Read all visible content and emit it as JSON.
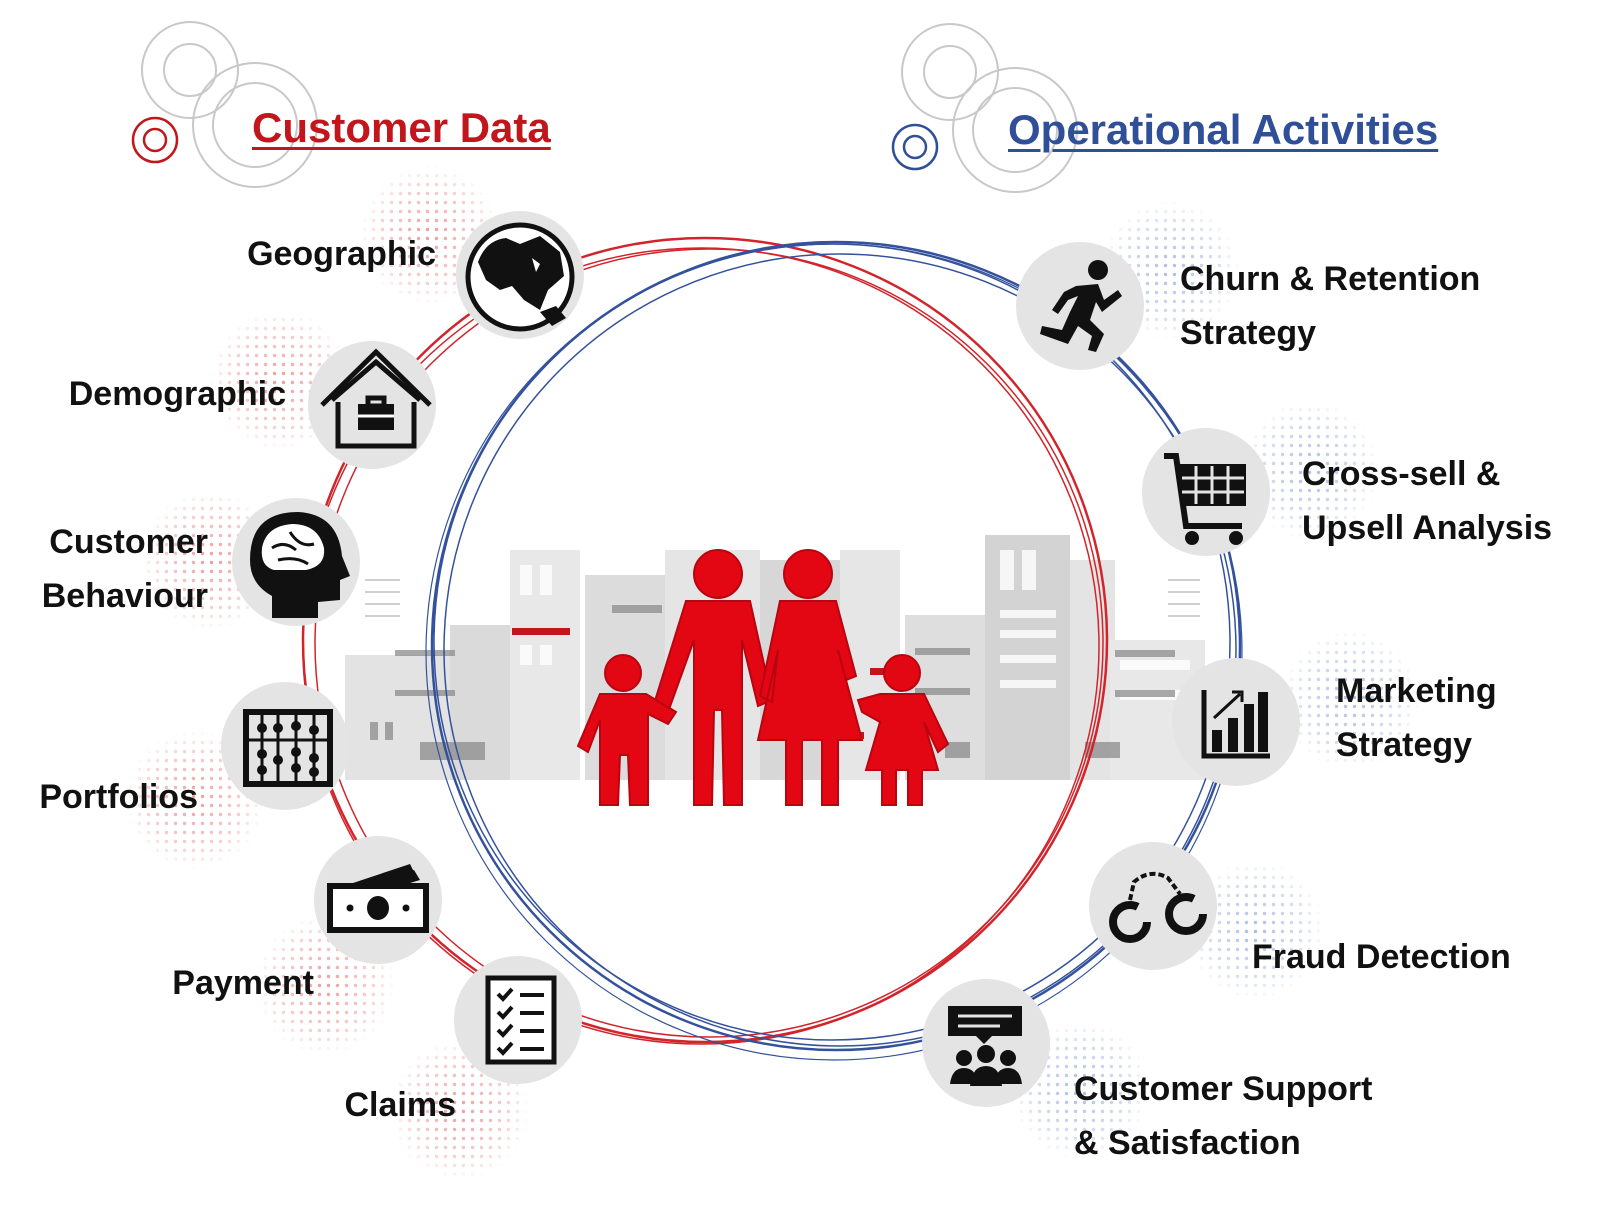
{
  "headings": {
    "customer_data": "Customer Data",
    "operational_activities": "Operational Activities"
  },
  "colors": {
    "customer_accent": "#c0161c",
    "operational_accent": "#2f4f98",
    "family_figure": "#e30613",
    "icon_disc": "#e4e4e4",
    "icon": "#111111",
    "city_background": "#d9d9d9"
  },
  "center_icon": "family-icon",
  "customer_items": [
    {
      "icon": "globe-icon",
      "lines": [
        "Geographic"
      ]
    },
    {
      "icon": "house-briefcase-icon",
      "lines": [
        "Demographic"
      ]
    },
    {
      "icon": "brain-head-icon",
      "lines": [
        "Customer",
        "Behaviour"
      ]
    },
    {
      "icon": "abacus-icon",
      "lines": [
        "Portfolios"
      ]
    },
    {
      "icon": "money-icon",
      "lines": [
        "Payment"
      ]
    },
    {
      "icon": "checklist-icon",
      "lines": [
        "Claims"
      ]
    }
  ],
  "operational_items": [
    {
      "icon": "running-person-icon",
      "lines": [
        "Churn & Retention",
        "Strategy"
      ]
    },
    {
      "icon": "shopping-cart-icon",
      "lines": [
        "Cross-sell &",
        "Upsell Analysis"
      ]
    },
    {
      "icon": "bar-chart-icon",
      "lines": [
        "Marketing",
        "Strategy"
      ]
    },
    {
      "icon": "handcuffs-icon",
      "lines": [
        "Fraud Detection"
      ]
    },
    {
      "icon": "group-chat-icon",
      "lines": [
        "Customer Support",
        "& Satisfaction"
      ]
    }
  ]
}
